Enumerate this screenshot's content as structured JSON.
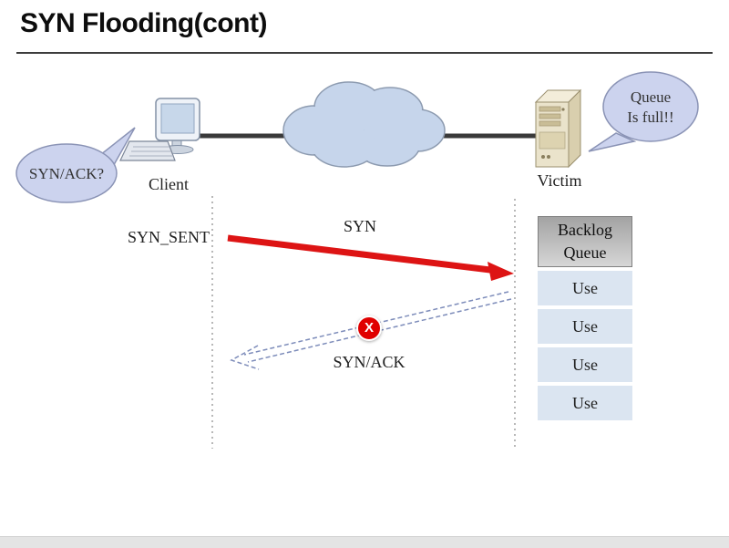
{
  "slide": {
    "title": "SYN Flooding(cont)"
  },
  "diagram": {
    "client": {
      "label": "Client",
      "bubble": "SYN/ACK?"
    },
    "victim": {
      "label": "Victim",
      "bubble_line1": "Queue",
      "bubble_line2": "Is full!!"
    },
    "messages": {
      "state_label": "SYN_SENT",
      "syn_label": "SYN",
      "synack_label": "SYN/ACK",
      "blocked_mark": "X"
    },
    "backlog_table": {
      "header_line1": "Backlog",
      "header_line2": "Queue",
      "rows": [
        "Use",
        "Use",
        "Use",
        "Use"
      ]
    },
    "colors": {
      "syn_arrow_red": "#dd1414",
      "blocked_circle_red": "#e00000",
      "cloud_blue": "#c6d5eb",
      "bubble_lavender": "#ccd3ee",
      "queue_row_blue": "#dbe5f1",
      "queue_header_gray": "#b5b5b5"
    }
  }
}
